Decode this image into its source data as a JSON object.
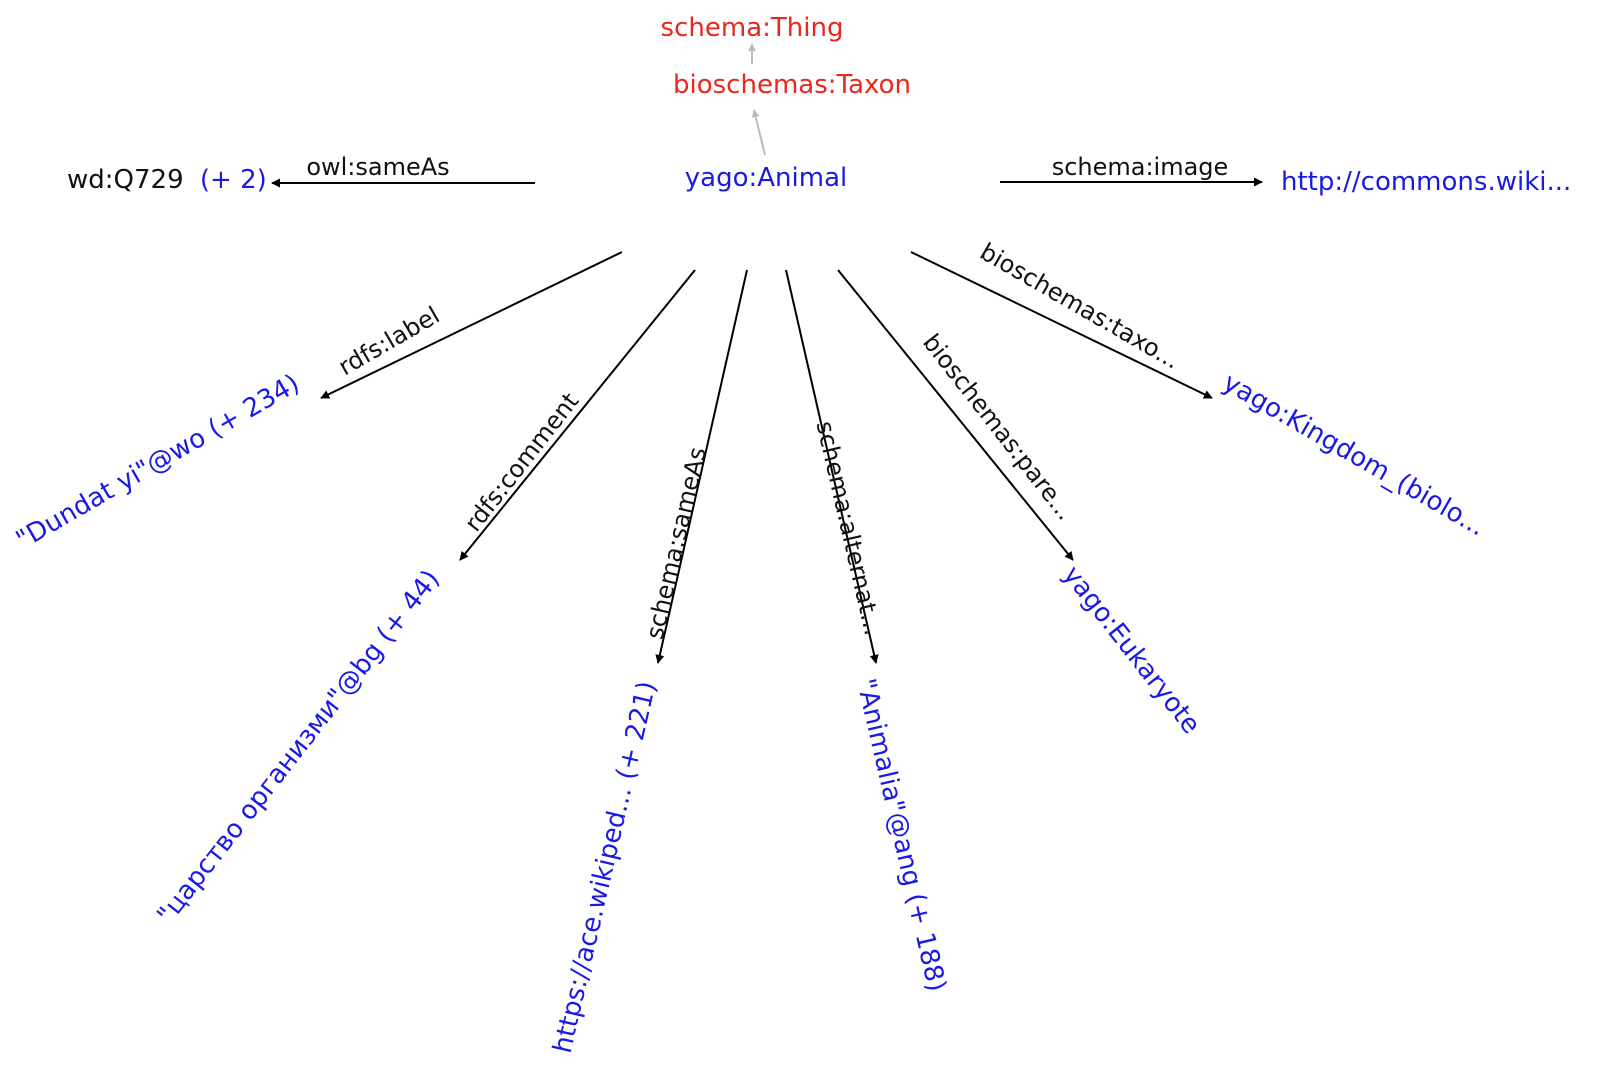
{
  "colors": {
    "entity": "#1a1ae6",
    "cls": "#e8271e",
    "edge": "#000000",
    "subclass_edge": "#bbbbbb",
    "text": "#111111"
  },
  "classes": {
    "top": "schema:Thing",
    "middle": "bioschemas:Taxon"
  },
  "center": {
    "label": "yago:Animal"
  },
  "edges": {
    "same_as": {
      "predicate": "owl:sameAs",
      "target": "wd:Q729",
      "extra": "(+ 2)"
    },
    "image": {
      "predicate": "schema:image",
      "target": "http://commons.wiki..."
    },
    "label": {
      "predicate": "rdfs:label",
      "target": "\"Dundat yi\"@wo (+ 234)"
    },
    "comment": {
      "predicate": "rdfs:comment",
      "target": "\"царство организми\"@bg (+ 44)"
    },
    "schema_same_as": {
      "predicate": "schema:sameAs",
      "target": "https://ace.wikiped...  (+ 221)"
    },
    "alternate": {
      "predicate": "schema:alternat...",
      "target": "\"Animalia\"@ang (+ 188)"
    },
    "parent": {
      "predicate": "bioschemas:pare...",
      "target": "yago:Eukaryote"
    },
    "taxon_rank": {
      "predicate": "bioschemas:taxo...",
      "target": "yago:Kingdom_(biolo..."
    }
  }
}
